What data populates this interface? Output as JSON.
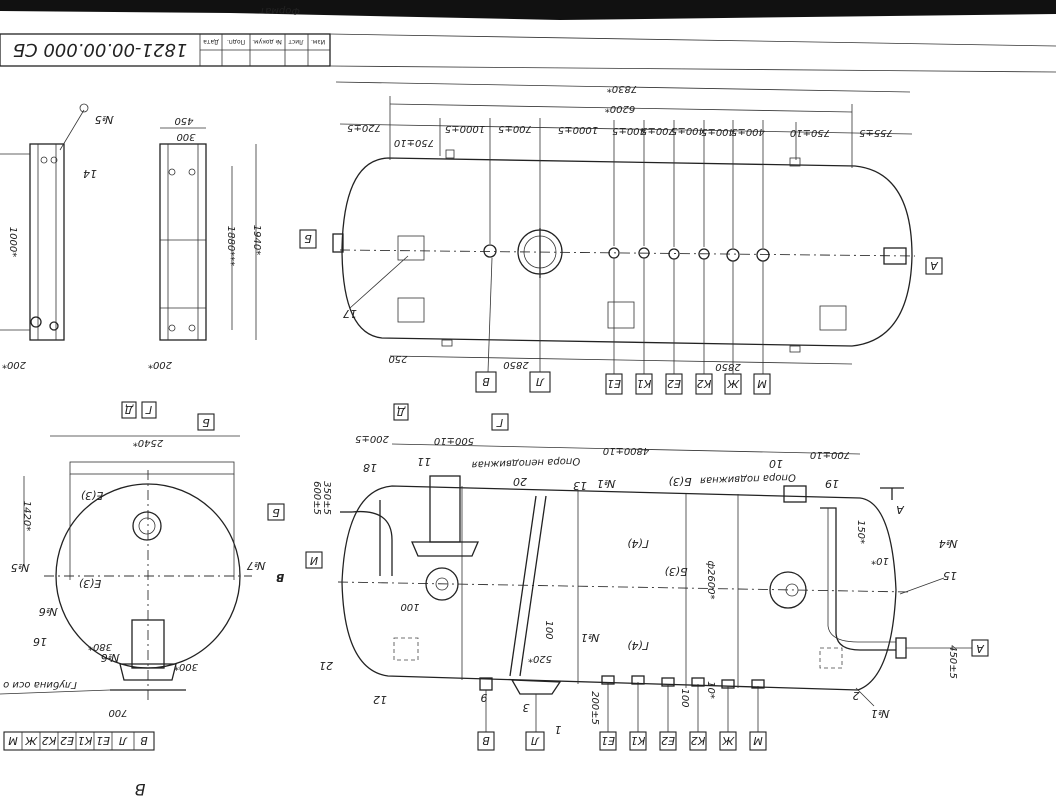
{
  "sheet": {
    "designation": "1821-00.00.000 СБ",
    "format_note": "Формат",
    "title_block_headers": [
      "Изм.",
      "Лист",
      "№ докум.",
      "Подп.",
      "Дата"
    ],
    "bottom_letter": "В"
  },
  "top_view": {
    "dims_top": [
      "7830*",
      "6200*",
      "755±5",
      "750±10",
      "400±5",
      "400±5",
      "400±5",
      "700±5",
      "400±5",
      "1000±5",
      "700±5",
      "1000±5",
      "750±10",
      "720±5"
    ],
    "dims_bottom": [
      "2850",
      "2850",
      "250"
    ],
    "nozzle_labels": [
      "А",
      "М",
      "Ж",
      "К2",
      "Е2",
      "К1",
      "Е1",
      "Л",
      "В",
      "Б"
    ],
    "callouts": [
      "17"
    ]
  },
  "side_views": {
    "dims": [
      "450",
      "300",
      "1880***",
      "1940*",
      "200*",
      "1000*",
      "200*"
    ],
    "callouts": [
      "14",
      "№5"
    ]
  },
  "end_view": {
    "dims": [
      "2540*",
      "1420*",
      "300",
      "380*",
      "700"
    ],
    "section_labels": [
      "Г",
      "Д",
      "Б",
      "Е(3)",
      "Е(3)"
    ],
    "callouts": [
      "№7",
      "№6",
      "№5",
      "16",
      "№6"
    ],
    "angle_labels": [
      "300*"
    ],
    "note": "Глубина оси о",
    "nozzle_row": [
      "М",
      "Ж",
      "К2",
      "Е2",
      "К1",
      "Е1",
      "Л",
      "В"
    ]
  },
  "front_view": {
    "dims": [
      "4800±10",
      "700±10",
      "500±10",
      "200±5",
      "600±5",
      "350±5",
      "100",
      "150*",
      "450±5",
      "100",
      "520*",
      "ф2600*",
      "200±5",
      "100",
      "10*",
      "10*"
    ],
    "support_labels": [
      "Опора неподвижная",
      "Опора подвижная"
    ],
    "section_labels": [
      "Д",
      "Г",
      "Б",
      "И",
      "Б(3)",
      "Г(4)",
      "Г(4)",
      "Б(3)",
      "А",
      "А"
    ],
    "callouts": [
      "11",
      "18",
      "10",
      "19",
      "13",
      "20",
      "12",
      "21",
      "15",
      "№1",
      "№1",
      "№1",
      "№4",
      "2",
      "3",
      "9",
      "1"
    ],
    "nozzle_labels": [
      "В",
      "Л",
      "Е1",
      "К1",
      "Е2",
      "К2",
      "Ж",
      "М",
      "А",
      "Б"
    ]
  }
}
